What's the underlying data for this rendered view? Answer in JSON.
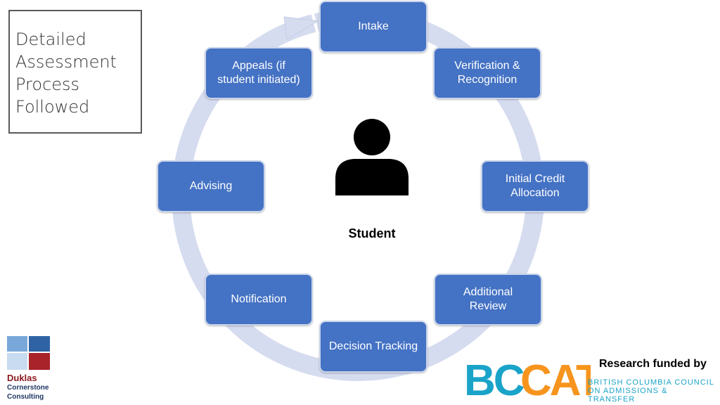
{
  "title": {
    "lines": [
      "Detailed",
      "Assessment",
      "Process",
      "Followed"
    ]
  },
  "center": {
    "label": "Student"
  },
  "steps": [
    {
      "label": "Intake"
    },
    {
      "label": "Verification &",
      "label2": "Recognition"
    },
    {
      "label": "Initial Credit",
      "label2": "Allocation"
    },
    {
      "label": "Additional",
      "label2": "Review"
    },
    {
      "label": "Decision Tracking"
    },
    {
      "label": "Notification"
    },
    {
      "label": "Advising"
    },
    {
      "label": "Appeals (if",
      "label2": "student initiated)"
    }
  ],
  "branding": {
    "duklas_name": "Duklas",
    "duklas_sub1": "Cornerstone",
    "duklas_sub2": "Consulting",
    "funded_text": "Research funded by",
    "bccat_sub1": "BRITISH COLUMBIA COUNCIL",
    "bccat_sub2": "ON ADMISSIONS & TRANSFER"
  },
  "colors": {
    "node_fill": "#4472c4",
    "cycle_arrow": "#d6dcef",
    "bccat_blue": "#1aa3c8",
    "bccat_orange": "#f7941d"
  }
}
